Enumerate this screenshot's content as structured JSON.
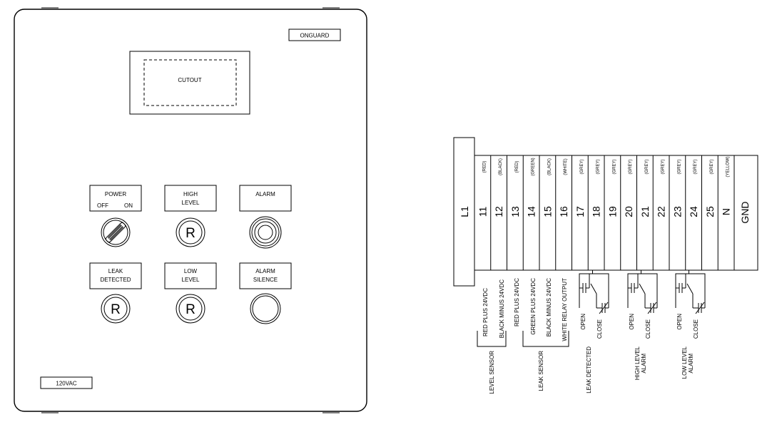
{
  "panel": {
    "brand_label": "ONGUARD",
    "cutout_label": "CUTOUT",
    "voltage_label": "120VAC",
    "labels": {
      "power": "POWER",
      "off": "OFF",
      "on": "ON",
      "high_level_1": "HIGH",
      "high_level_2": "LEVEL",
      "alarm": "ALARM",
      "leak_1": "LEAK",
      "leak_2": "DETECTED",
      "low_level_1": "LOW",
      "low_level_2": "LEVEL",
      "alarm_silence_1": "ALARM",
      "alarm_silence_2": "SILENCE"
    },
    "indicator_letter": "R"
  },
  "terminal": {
    "l1": "L1",
    "gnd": "GND",
    "terminals": [
      {
        "num": "11",
        "color": "(RED)"
      },
      {
        "num": "12",
        "color": "(BLACK)"
      },
      {
        "num": "13",
        "color": "(RED)"
      },
      {
        "num": "14",
        "color": "(GREEN)"
      },
      {
        "num": "15",
        "color": "(BLACK)"
      },
      {
        "num": "16",
        "color": "(WHITE)"
      },
      {
        "num": "17",
        "color": "(GREY)"
      },
      {
        "num": "18",
        "color": "(GREY)"
      },
      {
        "num": "19",
        "color": "(GREY)"
      },
      {
        "num": "20",
        "color": "(GREY)"
      },
      {
        "num": "21",
        "color": "(GREY)"
      },
      {
        "num": "22",
        "color": "(GREY)"
      },
      {
        "num": "23",
        "color": "(GREY)"
      },
      {
        "num": "24",
        "color": "(GREY)"
      },
      {
        "num": "25",
        "color": "(GREY)"
      },
      {
        "num": "N",
        "color": "(YELLOW)"
      }
    ],
    "wire_labels": [
      "RED PLUS 24VDC",
      "BLACK MINUS 24VDC",
      "RED PLUS 24VDC",
      "GREEN PLUS 24VDC",
      "BLACK MINUS 24VDC",
      "WHITE RELAY OUTPUT"
    ],
    "contact_open": "OPEN",
    "contact_close": "CLOSE",
    "groups": {
      "level_sensor": "LEVEL SENSOR",
      "leak_sensor": "LEAK SENSOR",
      "leak_detected": "LEAK DETECTED",
      "high_level_1": "HIGH LEVEL",
      "high_level_2": "ALARM",
      "low_level_1": "LOW LEVEL",
      "low_level_2": "ALARM"
    }
  }
}
